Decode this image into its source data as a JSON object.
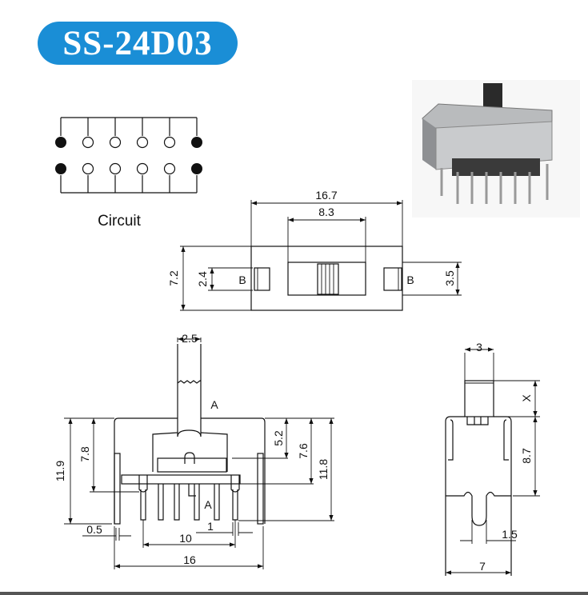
{
  "title": "SS-24D03",
  "circuit": {
    "label": "Circuit"
  },
  "top_view": {
    "overall_width": "16.7",
    "slider_travel": "8.3",
    "height": "7.2",
    "tab_height": "2.4",
    "window_height": "3.5",
    "tab_label": "B"
  },
  "front_view": {
    "actuator_width": "2.5",
    "section_label": "A",
    "total_height": "11.9",
    "pin_height": "7.8",
    "slider_depth": "5.2",
    "base_height": "7.6",
    "bracket_height": "11.8",
    "bracket_thickness": "0.5",
    "pin_span": "10",
    "pin_width": "1",
    "body_width": "16"
  },
  "side_view": {
    "actuator_width": "3",
    "actuator_height": "X",
    "body_height": "8.7",
    "slot_width": "1.5",
    "body_width": "7"
  }
}
